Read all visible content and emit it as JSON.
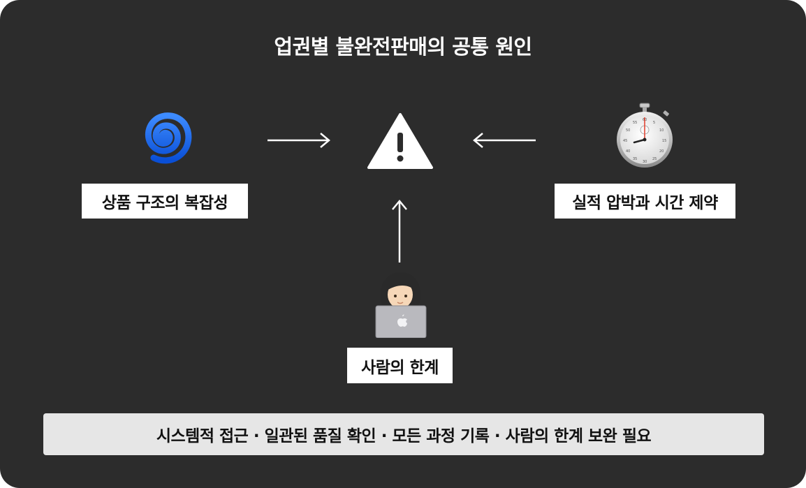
{
  "title": "업권별 불완전판매의 공통 원인",
  "causes": {
    "left": {
      "label": "상품 구조의 복잡성",
      "icon": "spiral-icon"
    },
    "right": {
      "label": "실적 압박과 시간 제약",
      "icon": "stopwatch-icon"
    },
    "bottom": {
      "label": "사람의 한계",
      "icon": "person-laptop-icon"
    }
  },
  "center": {
    "icon": "warning-icon"
  },
  "footer": {
    "text": "시스템적 접근 · 일관된 품질 확인 · 모든 과정 기록 · 사람의 한계 보완 필요"
  },
  "colors": {
    "background": "#2c2c2c",
    "label_box": "#ffffff",
    "footer_box": "#e6e6e6",
    "spiral": "#1a6ef5",
    "arrow": "#ffffff"
  }
}
